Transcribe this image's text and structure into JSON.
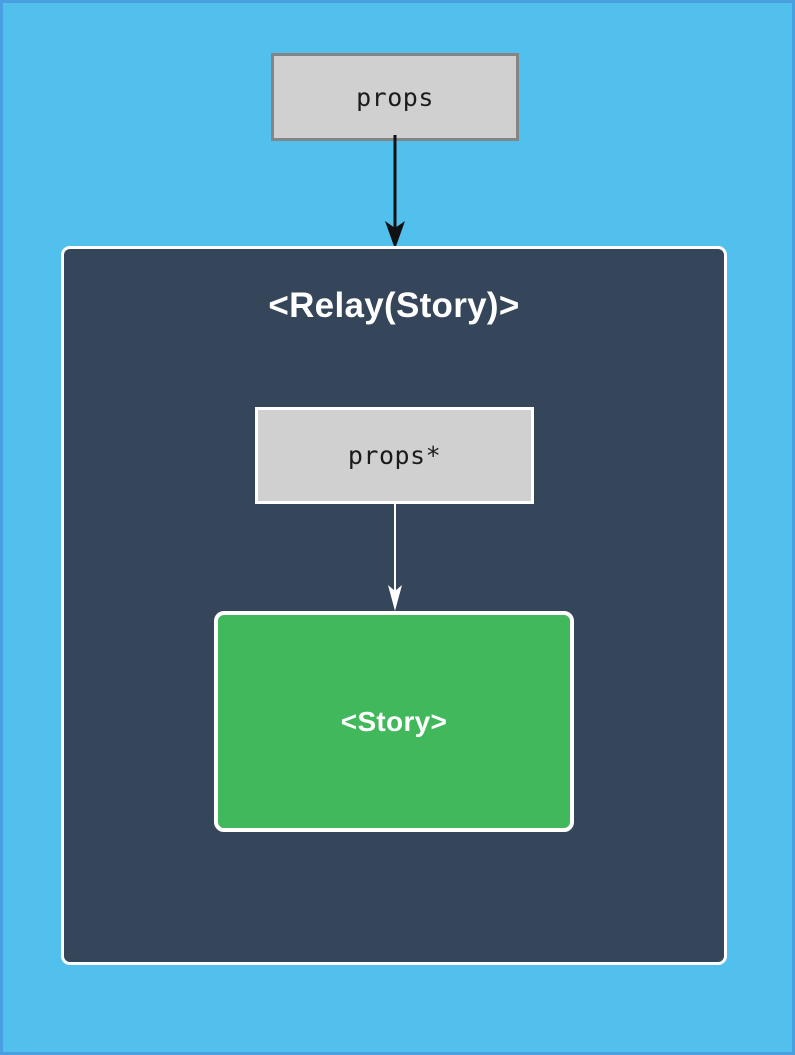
{
  "diagram": {
    "type": "component-hierarchy",
    "background_color": "#52c0ec",
    "border_color": "#4a9fe0",
    "nodes": [
      {
        "id": "props-outer",
        "label": "props",
        "shape": "rectangle",
        "fill": "#d0d0d0",
        "stroke": "#858585",
        "text_color": "#1b1b1b",
        "font": "monospace"
      },
      {
        "id": "relay-container",
        "label": "<Relay(Story)>",
        "shape": "rounded-rectangle",
        "fill": "#36465a",
        "stroke": "#ffffff",
        "text_color": "#ffffff",
        "font": "sans-serif-bold"
      },
      {
        "id": "props-inner",
        "label": "props*",
        "shape": "rectangle",
        "fill": "#d0d0d0",
        "stroke": "#ffffff",
        "text_color": "#1b1b1b",
        "font": "monospace"
      },
      {
        "id": "story",
        "label": "<Story>",
        "shape": "rounded-rectangle",
        "fill": "#41b85c",
        "stroke": "#ffffff",
        "text_color": "#ffffff",
        "font": "sans-serif-bold"
      }
    ],
    "edges": [
      {
        "id": "props-to-relay",
        "from": "props-outer",
        "to": "relay-container",
        "color": "#111111",
        "arrowhead": "filled",
        "label": ""
      },
      {
        "id": "propsstar-to-story",
        "from": "props-inner",
        "to": "story",
        "color": "#ffffff",
        "arrowhead": "open",
        "label": ""
      }
    ]
  }
}
